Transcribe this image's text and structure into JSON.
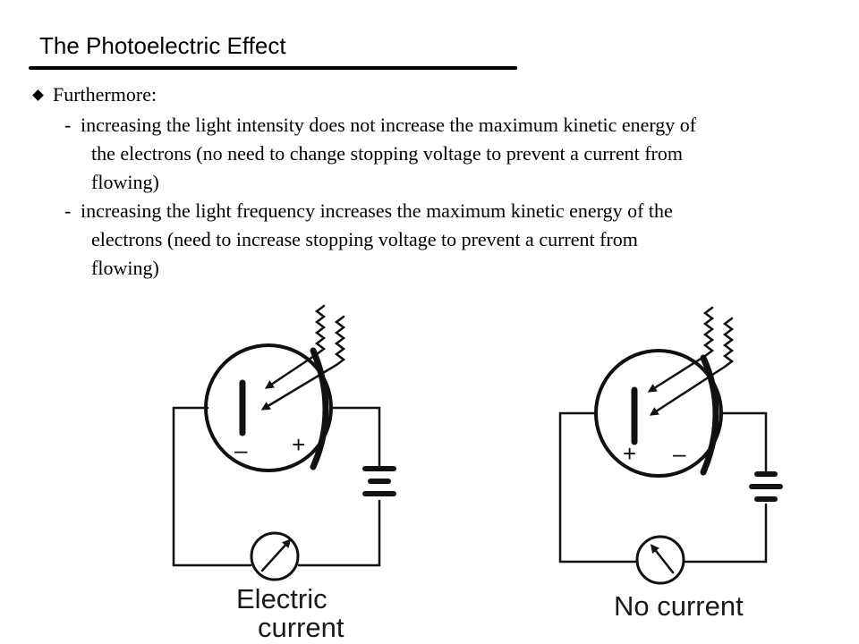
{
  "title": "The Photoelectric Effect",
  "bullet": {
    "icon": "diamond-bullet-icon",
    "heading": "Furthermore:",
    "items": [
      {
        "dash": "-",
        "lines": [
          "increasing the light intensity does not increase the maximum kinetic energy of",
          "the electrons (no need to change stopping voltage to prevent a current from",
          "flowing)"
        ]
      },
      {
        "dash": "-",
        "lines": [
          "increasing the light frequency increases the maximum kinetic energy of the",
          "electrons (need to increase stopping voltage to prevent a current from",
          "flowing)"
        ]
      }
    ]
  },
  "circuits": {
    "left": {
      "caption_line1": "Electric",
      "caption_line2": "current",
      "cathode_sign": "–",
      "anode_sign": "+"
    },
    "right": {
      "caption_line1": "No current",
      "cathode_sign": "+",
      "anode_sign": "–"
    }
  }
}
